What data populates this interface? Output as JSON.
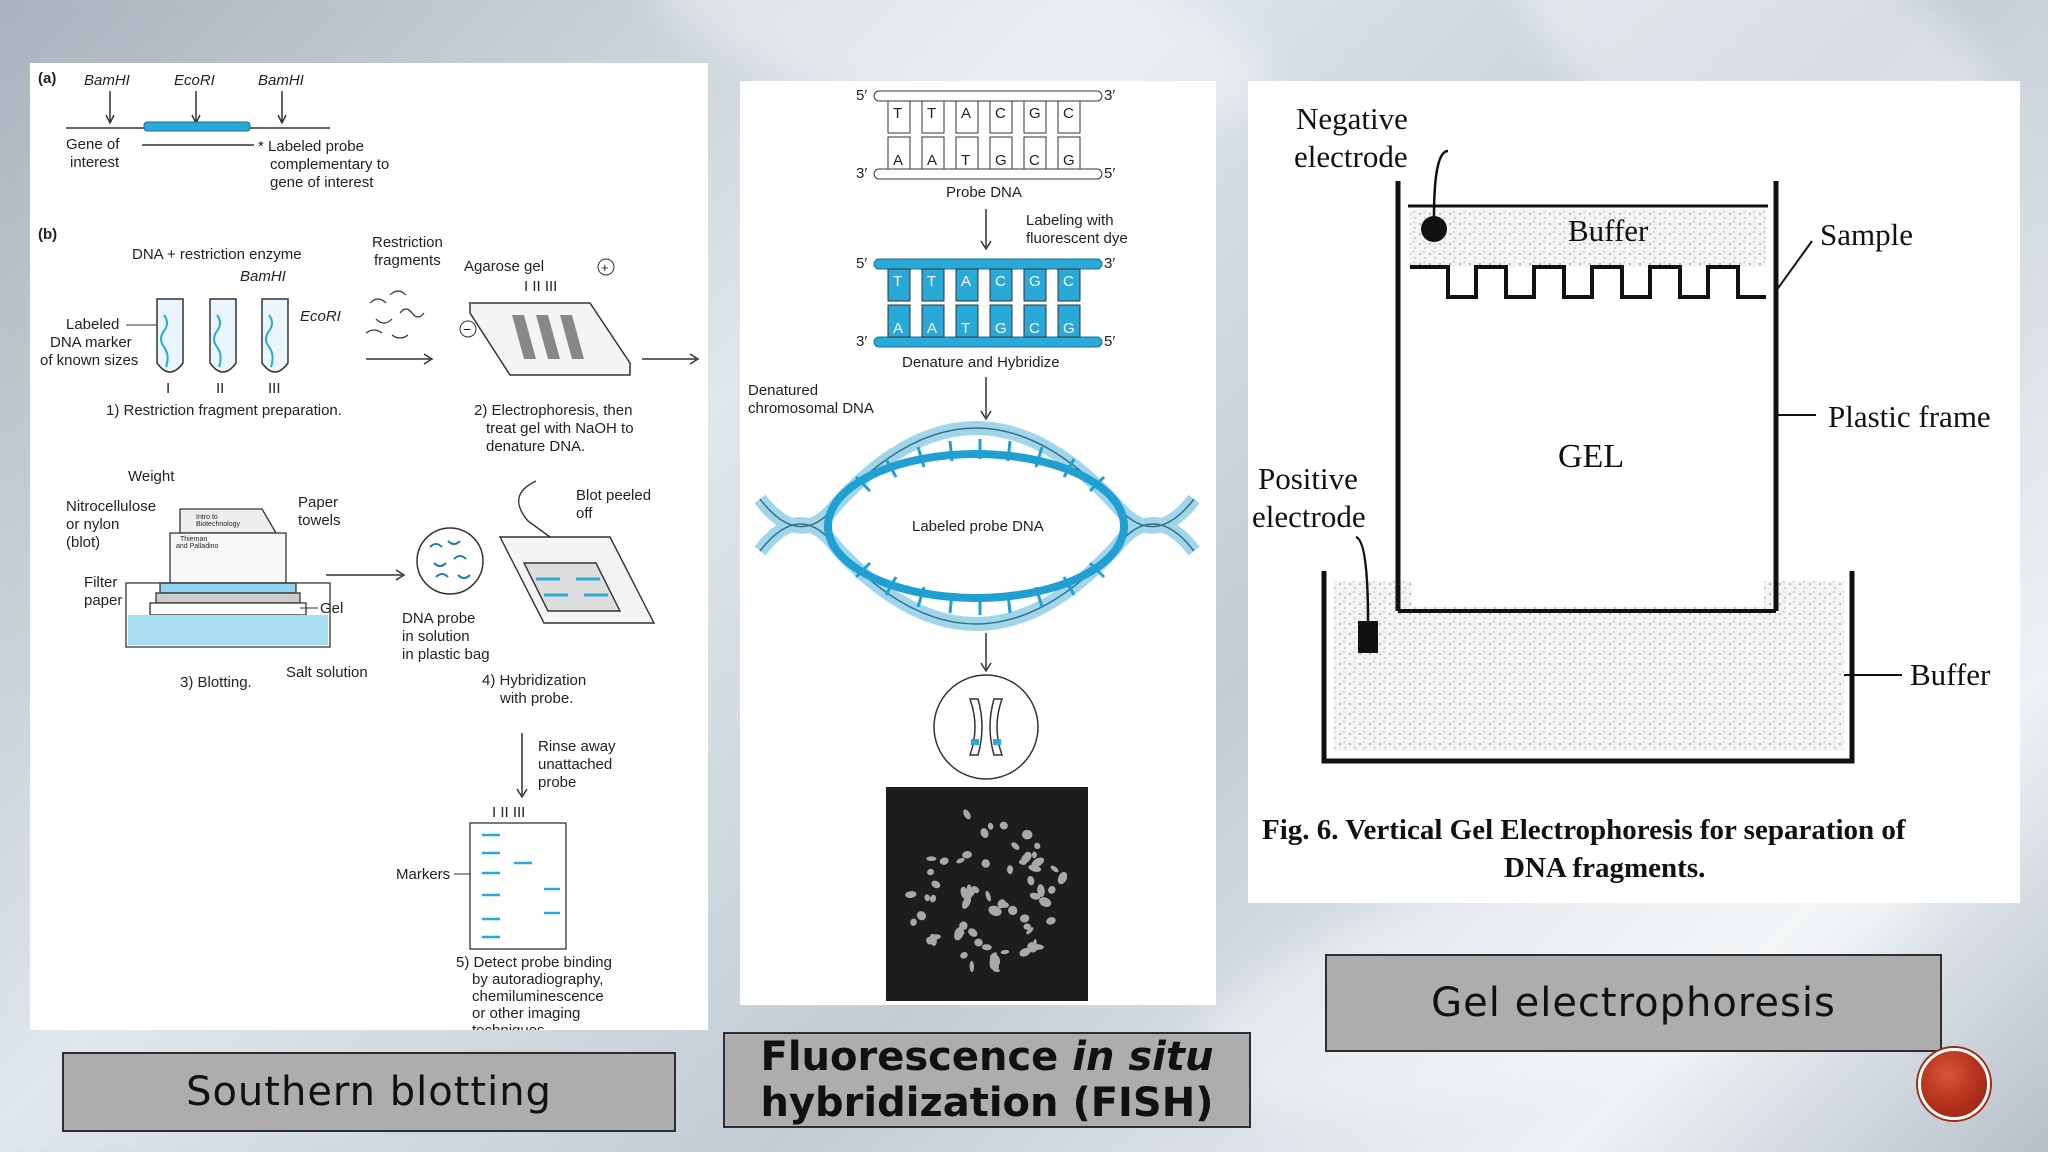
{
  "southern": {
    "a_label": "(a)",
    "b_label": "(b)",
    "enzyme1": "BamHI",
    "enzyme2": "EcoRI",
    "enzyme3": "BamHI",
    "gene_of": "Gene of",
    "interest": "interest",
    "probe_1": "Labeled probe",
    "probe_2": "complementary to",
    "probe_3": "gene of interest",
    "dna_enzyme": "DNA + restriction enzyme",
    "bamhi": "BamHI",
    "ecori": "EcoRI",
    "marker_1": "Labeled",
    "marker_2": "DNA marker",
    "marker_3": "of known sizes",
    "tube1": "I",
    "tube2": "II",
    "tube3": "III",
    "frag_1": "Restriction",
    "frag_2": "fragments",
    "agarose": "Agarose gel",
    "lanes": "I   II  III",
    "plus": "+",
    "minus": "−",
    "step1": "1) Restriction fragment preparation.",
    "step2_1": "2) Electrophoresis, then",
    "step2_2": "treat gel with NaOH to",
    "step2_3": "denature DNA.",
    "weight": "Weight",
    "nitro_1": "Nitrocellulose",
    "nitro_2": "or nylon",
    "nitro_3": "(blot)",
    "towels_1": "Paper",
    "towels_2": "towels",
    "book_1": "Intro to",
    "book_2": "Biotechnology",
    "book_3": "Thieman",
    "book_4": "and Palladino",
    "filter_1": "Filter",
    "filter_2": "paper",
    "gel": "Gel",
    "salt": "Salt solution",
    "step3": "3) Blotting.",
    "peel_1": "Blot peeled",
    "peel_2": "off",
    "probe_sol_1": "DNA probe",
    "probe_sol_2": "in solution",
    "probe_sol_3": "in plastic bag",
    "step4_1": "4) Hybridization",
    "step4_2": "with probe.",
    "rinse_1": "Rinse away",
    "rinse_2": "unattached",
    "rinse_3": "probe",
    "markers": "Markers",
    "step5_1": "5) Detect probe binding",
    "step5_2": "by autoradiography,",
    "step5_3": "chemiluminescence",
    "step5_4": "or other imaging",
    "step5_5": "techniques.",
    "caption": "Southern blotting"
  },
  "fish": {
    "five_prime": "5′",
    "three_prime": "3′",
    "top_bases": [
      "T",
      "T",
      "A",
      "C",
      "G",
      "C"
    ],
    "bottom_bases": [
      "A",
      "A",
      "T",
      "G",
      "C",
      "G"
    ],
    "probe_dna": "Probe DNA",
    "labeling_1": "Labeling with",
    "labeling_2": "fluorescent dye",
    "denature": "Denature and Hybridize",
    "denatured_1": "Denatured",
    "denatured_2": "chromosomal DNA",
    "labeled_probe": "Labeled probe DNA",
    "caption_1": "Fluorescence ",
    "caption_italic": "in situ",
    "caption_2": "hybridization (FISH)",
    "accent_color": "#29a9d8"
  },
  "gel": {
    "neg_1": "Negative",
    "neg_2": "electrode",
    "buffer_top": "Buffer",
    "sample": "Sample",
    "plastic_frame": "Plastic frame",
    "gel": "GEL",
    "pos_1": "Positive",
    "pos_2": "electrode",
    "buffer_bottom": "Buffer",
    "fig_1": "Fig. 6. Vertical Gel Electrophoresis for separation of",
    "fig_2": "DNA fragments.",
    "caption": "Gel electrophoresis"
  },
  "nav": {
    "accent_color": "#b3301a"
  }
}
